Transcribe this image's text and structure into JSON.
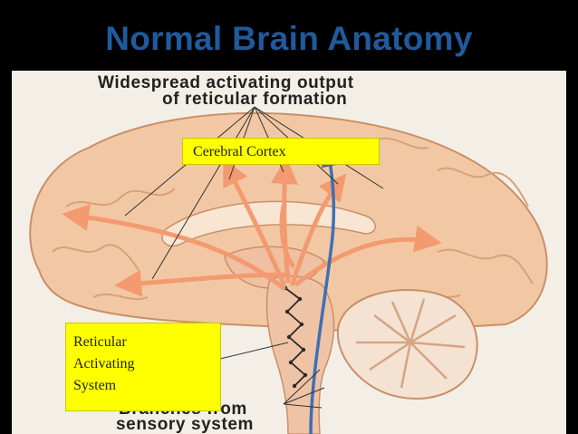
{
  "slide": {
    "title": "Normal Brain Anatomy"
  },
  "figure": {
    "caption_top": [
      "Widespread activating output",
      "of reticular formation"
    ],
    "caption_bottom": [
      "Branches from",
      "sensory system"
    ],
    "labels": {
      "cerebral_cortex": "Cerebral Cortex",
      "reticular_activating_system": [
        "Reticular",
        "Activating",
        "System"
      ]
    }
  },
  "colors": {
    "title": "#1f5a9c",
    "label_box": "#ffff00",
    "output_arrows": "#f39a70",
    "sensory_arrow": "#3f6fb4",
    "brain_tissue": "#f2c8a4"
  }
}
